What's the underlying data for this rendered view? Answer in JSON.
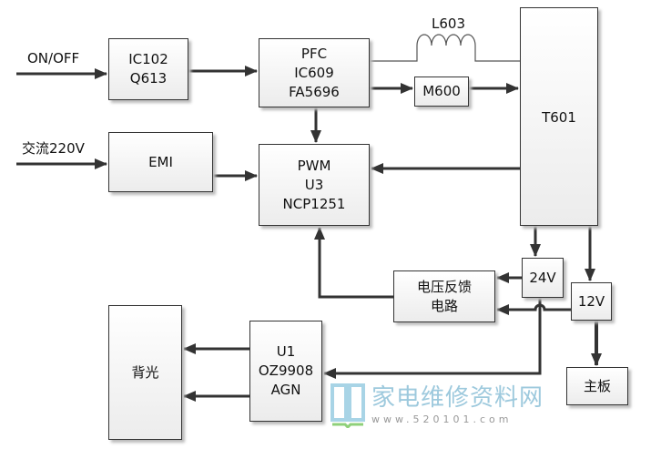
{
  "inputs": {
    "onoff": "ON/OFF",
    "ac": "交流220V"
  },
  "blocks": {
    "ic102": [
      "IC102",
      "Q613"
    ],
    "pfc": [
      "PFC",
      "IC609",
      "FA5696"
    ],
    "l603": "L603",
    "m600": "M600",
    "t601": "T601",
    "emi": "EMI",
    "pwm": [
      "PWM",
      "U3",
      "NCP1251"
    ],
    "feedback": [
      "电压反馈",
      "电路"
    ],
    "v24": "24V",
    "v12": "12V",
    "mainboard": "主板",
    "backlight": "背光",
    "u1": [
      "U1",
      "OZ9908",
      "AGN"
    ]
  },
  "watermark": {
    "name": "家电维修资料网",
    "url": "www.520101.com"
  }
}
